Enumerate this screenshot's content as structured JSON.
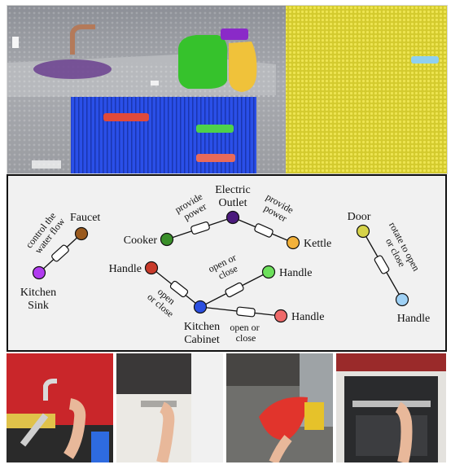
{
  "diagram": {
    "nodes": {
      "faucet": {
        "label": "Faucet",
        "color": "#9a5a1e"
      },
      "sink": {
        "label_line1": "Kitchen",
        "label_line2": "Sink",
        "color": "#b13cf0"
      },
      "cooker": {
        "label": "Cooker",
        "color": "#3a8f2a"
      },
      "outlet": {
        "label_line1": "Electric",
        "label_line2": "Outlet",
        "color": "#4b1a7d"
      },
      "kettle": {
        "label": "Kettle",
        "color": "#f2b13a"
      },
      "handle_left": {
        "label": "Handle",
        "color": "#c83a2a"
      },
      "handle_green": {
        "label": "Handle",
        "color": "#6de05c"
      },
      "cabinet": {
        "label_line1": "Kitchen",
        "label_line2": "Cabinet",
        "color": "#2b4fe0"
      },
      "handle_pink": {
        "label": "Handle",
        "color": "#f06a6a"
      },
      "door": {
        "label": "Door",
        "color": "#d6d34a"
      },
      "handle_blue": {
        "label": "Handle",
        "color": "#9fd1f5"
      }
    },
    "edges": {
      "sink_faucet": {
        "line1": "control the",
        "line2": "water flow"
      },
      "outlet_cooker": {
        "line1": "provide",
        "line2": "power"
      },
      "outlet_kettle": {
        "line1": "provide",
        "line2": "power"
      },
      "cabinet_handle_left": {
        "line1": "open",
        "line2": "or close"
      },
      "cabinet_handle_green": {
        "line1": "open or",
        "line2": "close"
      },
      "cabinet_handle_pink": {
        "line1": "open or",
        "line2": "close"
      },
      "door_handle": {
        "line1": "rotate to open",
        "line2": "or close"
      }
    }
  }
}
